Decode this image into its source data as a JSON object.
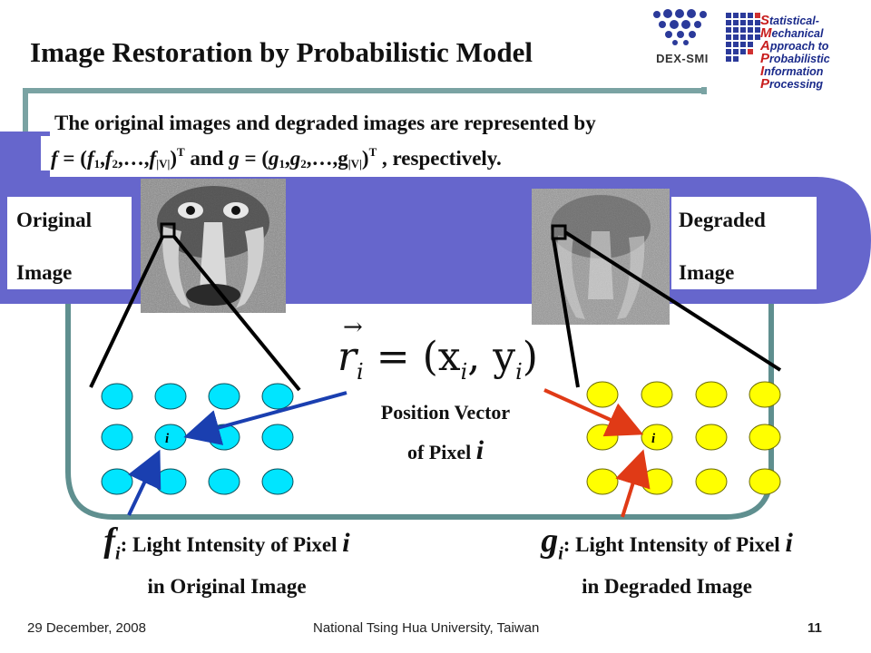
{
  "slide": {
    "title": "Image Restoration by Probabilistic Model",
    "intro_line1": "The original images and degraded images are represented by",
    "intro_line2_parts": [
      "f",
      " = (",
      "f",
      "1",
      ",",
      "f",
      "2",
      ",…,",
      "f",
      "|V|",
      ")",
      "T",
      " and ",
      "g",
      " = (",
      "g",
      "1",
      ",",
      "g",
      "2",
      ",…,g",
      "|V|",
      ")",
      "T",
      " , respectively."
    ],
    "label_original_1": "Original",
    "label_original_2": "Image",
    "label_degraded_1": "Degraded",
    "label_degraded_2": "Image",
    "position_vector_1": "Position Vector",
    "position_vector_2": "of Pixel",
    "pixel_symbol": "i",
    "formula_r": "r",
    "formula_rest": " = (x",
    "formula_comma": ", y",
    "formula_close": ")",
    "caption_f_symbol": "f",
    "caption_f_sub": "i",
    "caption_f_text": ": Light Intensity of Pixel",
    "caption_f_line2": "in Original Image",
    "caption_g_symbol": "g",
    "caption_g_sub": "i",
    "caption_g_text": ": Light Intensity of Pixel",
    "caption_g_line2": "in Degraded Image",
    "pixel_label": "i"
  },
  "logos": {
    "dex_label": "DEX-SMI",
    "smapip_lines": [
      [
        "S",
        "tatistical-",
        "M",
        "echanical"
      ],
      [
        "A",
        "pproach to ",
        "P",
        "robabilistic"
      ],
      [
        "I",
        "nformation ",
        "P",
        "rocessing"
      ]
    ]
  },
  "footer": {
    "date": "29 December, 2008",
    "institution": "National Tsing Hua University, Taiwan",
    "page": "11"
  },
  "colors": {
    "band": "#6666cc",
    "frame": "#5f8f8f",
    "cyan_pixel": "#00e5ff",
    "yellow_pixel": "#ffff00",
    "blue_arrow": "#1a3fb0",
    "red_arrow": "#e03a16"
  }
}
